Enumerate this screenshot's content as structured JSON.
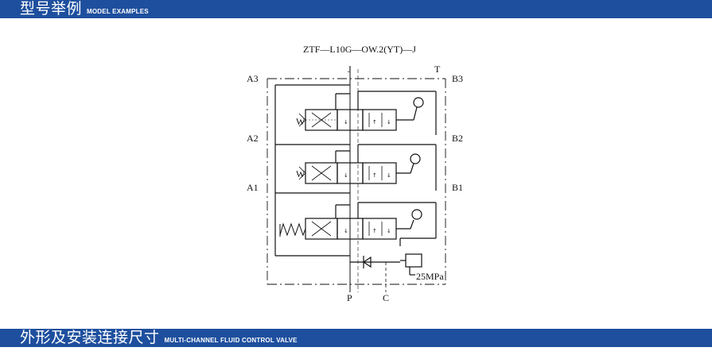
{
  "header_top": {
    "title_zh": "型号举例",
    "title_en": "MODEL EXAMPLES"
  },
  "header_bottom": {
    "title_zh": "外形及安装连接尺寸",
    "title_en": "MULTI-CHANNEL FLUID CONTROL VALVE"
  },
  "diagram": {
    "model_code": "ZTF—L10G—OW.2(YT)—J",
    "ports": {
      "A3": "A3",
      "A2": "A2",
      "A1": "A1",
      "B3": "B3",
      "B2": "B2",
      "B1": "B1",
      "J": "J",
      "T": "T",
      "P": "P",
      "C": "C"
    },
    "spring_labels": {
      "top": "W",
      "mid": "W"
    },
    "relief_setting": "25MPa"
  },
  "colors": {
    "header_bg": "#1e4f9e",
    "header_text": "#ffffff",
    "line": "#111111"
  }
}
